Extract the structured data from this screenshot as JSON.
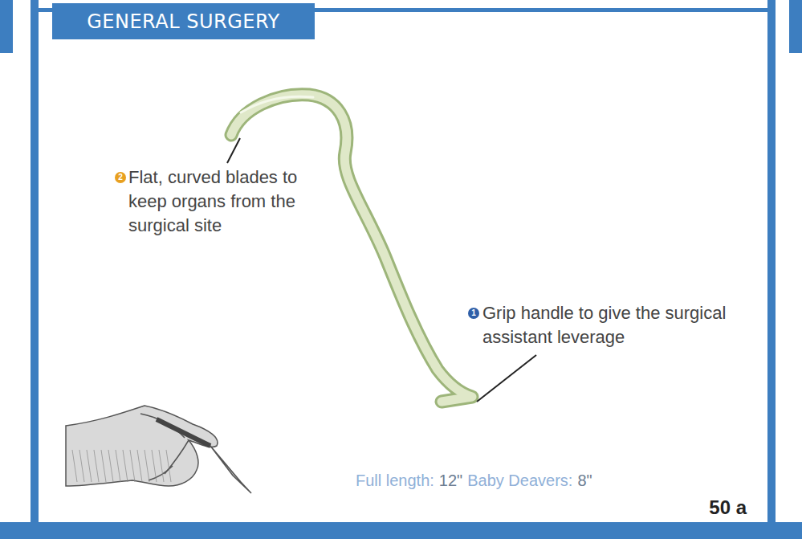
{
  "diagram": {
    "title": "GENERAL SURGERY",
    "labels": [
      "2",
      "Flat, curved blades to keep organs from the surgical site",
      "1",
      "Grip handle to give the surgical assistant leverage",
      "Full length:",
      "12\"",
      "Baby Deavers:",
      "8\"",
      "50 a"
    ]
  }
}
